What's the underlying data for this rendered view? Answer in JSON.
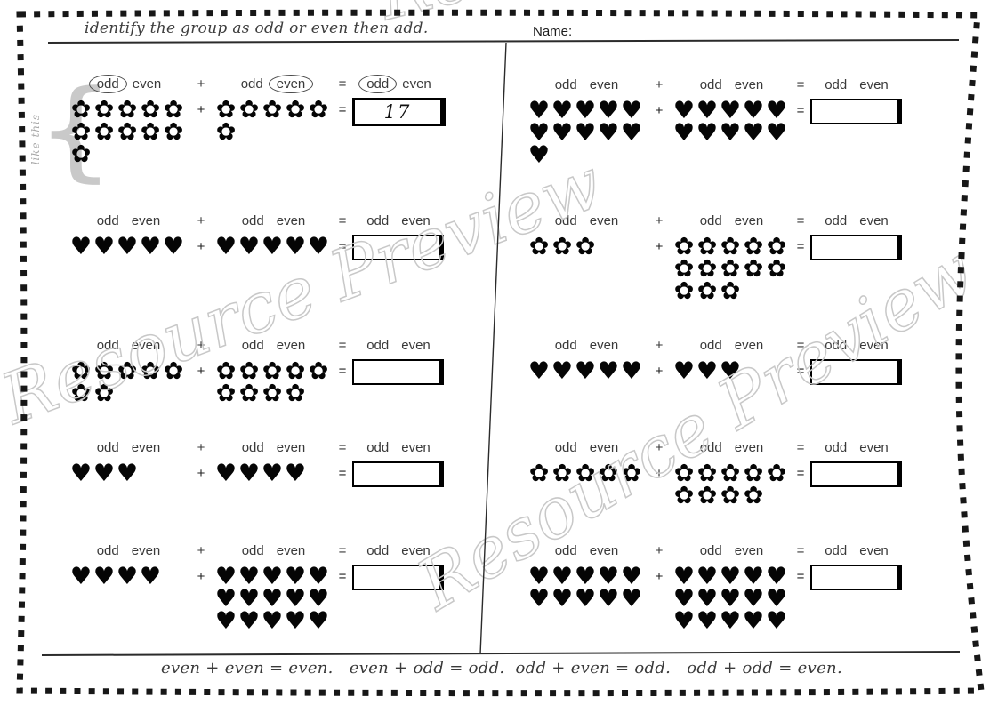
{
  "header": {
    "instruction": "identify the group as odd or even then add.",
    "name_label": "Name:"
  },
  "example_annotations": {
    "like_this": "like this",
    "brace": "{"
  },
  "labels": {
    "odd": "odd",
    "even": "even",
    "plus": "+",
    "equals": "="
  },
  "icons": {
    "flower": "✿",
    "heart": "♥"
  },
  "problems": [
    {
      "id": "L1",
      "icon": "flower",
      "group1": 11,
      "group2": 6,
      "answer": "17",
      "example": true,
      "circled": {
        "group1": "odd",
        "group2": "even",
        "result": "odd"
      }
    },
    {
      "id": "L2",
      "icon": "heart",
      "group1": 5,
      "group2": 5,
      "answer": "",
      "example": false,
      "circled": null
    },
    {
      "id": "L3",
      "icon": "flower",
      "group1": 7,
      "group2": 9,
      "answer": "",
      "example": false,
      "circled": null
    },
    {
      "id": "L4",
      "icon": "heart",
      "group1": 3,
      "group2": 4,
      "answer": "",
      "example": false,
      "circled": null
    },
    {
      "id": "L5",
      "icon": "heart",
      "group1": 4,
      "group2": 15,
      "answer": "",
      "example": false,
      "circled": null
    },
    {
      "id": "R1",
      "icon": "heart",
      "group1": 11,
      "group2": 10,
      "answer": "",
      "example": false,
      "circled": null
    },
    {
      "id": "R2",
      "icon": "flower",
      "group1": 3,
      "group2": 13,
      "answer": "",
      "example": false,
      "circled": null
    },
    {
      "id": "R3",
      "icon": "heart",
      "group1": 5,
      "group2": 3,
      "answer": "",
      "example": false,
      "circled": null
    },
    {
      "id": "R4",
      "icon": "flower",
      "group1": 5,
      "group2": 9,
      "answer": "",
      "example": false,
      "circled": null
    },
    {
      "id": "R5",
      "icon": "heart",
      "group1": 10,
      "group2": 15,
      "answer": "",
      "example": false,
      "circled": null
    }
  ],
  "footer": {
    "rules": "even + even = even.   even + odd = odd.  odd + even = odd.   odd + odd = even."
  },
  "watermark": {
    "text": "Resource Preview"
  }
}
